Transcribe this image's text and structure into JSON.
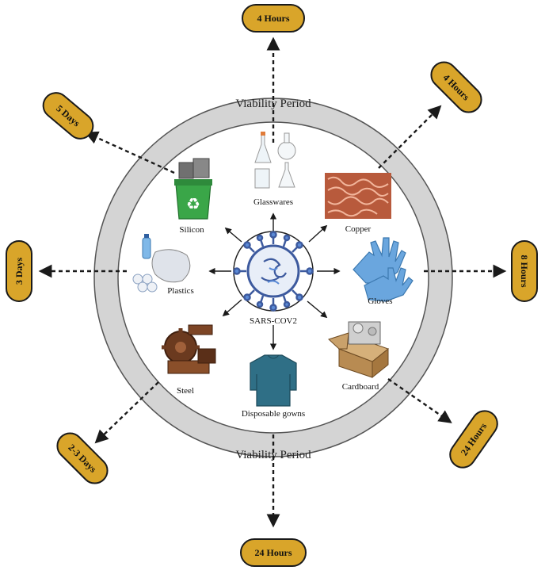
{
  "center": {
    "label": "SARS-COV2"
  },
  "ring": {
    "top_label": "Viability Period",
    "bottom_label": "Viability Period"
  },
  "materials": {
    "glasswares": "Glasswares",
    "copper": "Copper",
    "gloves": "Gloves",
    "cardboard": "Cardboard",
    "gowns": "Disposable gowns",
    "steel": "Steel",
    "plastics": "Plastics",
    "silicon": "Silicon"
  },
  "durations": {
    "glasswares": "4 Hours",
    "copper": "4 Hours",
    "gloves": "8 Hours",
    "cardboard": "24 Hours",
    "gowns": "24 Hours",
    "steel": "2-3 Days",
    "plastics": "3 Days",
    "silicon": "5 Days"
  },
  "colors": {
    "ring": "#d4d4d4",
    "pill": "#d9a52a",
    "virus_body": "#3d5a9e",
    "virus_spike": "#5b8ad6",
    "copper": "#c8694a",
    "gloves": "#6aa6de",
    "gown": "#2f6f86",
    "bin": "#3aa648",
    "box": "#c9a16b",
    "steel": "#6b3a1f"
  }
}
